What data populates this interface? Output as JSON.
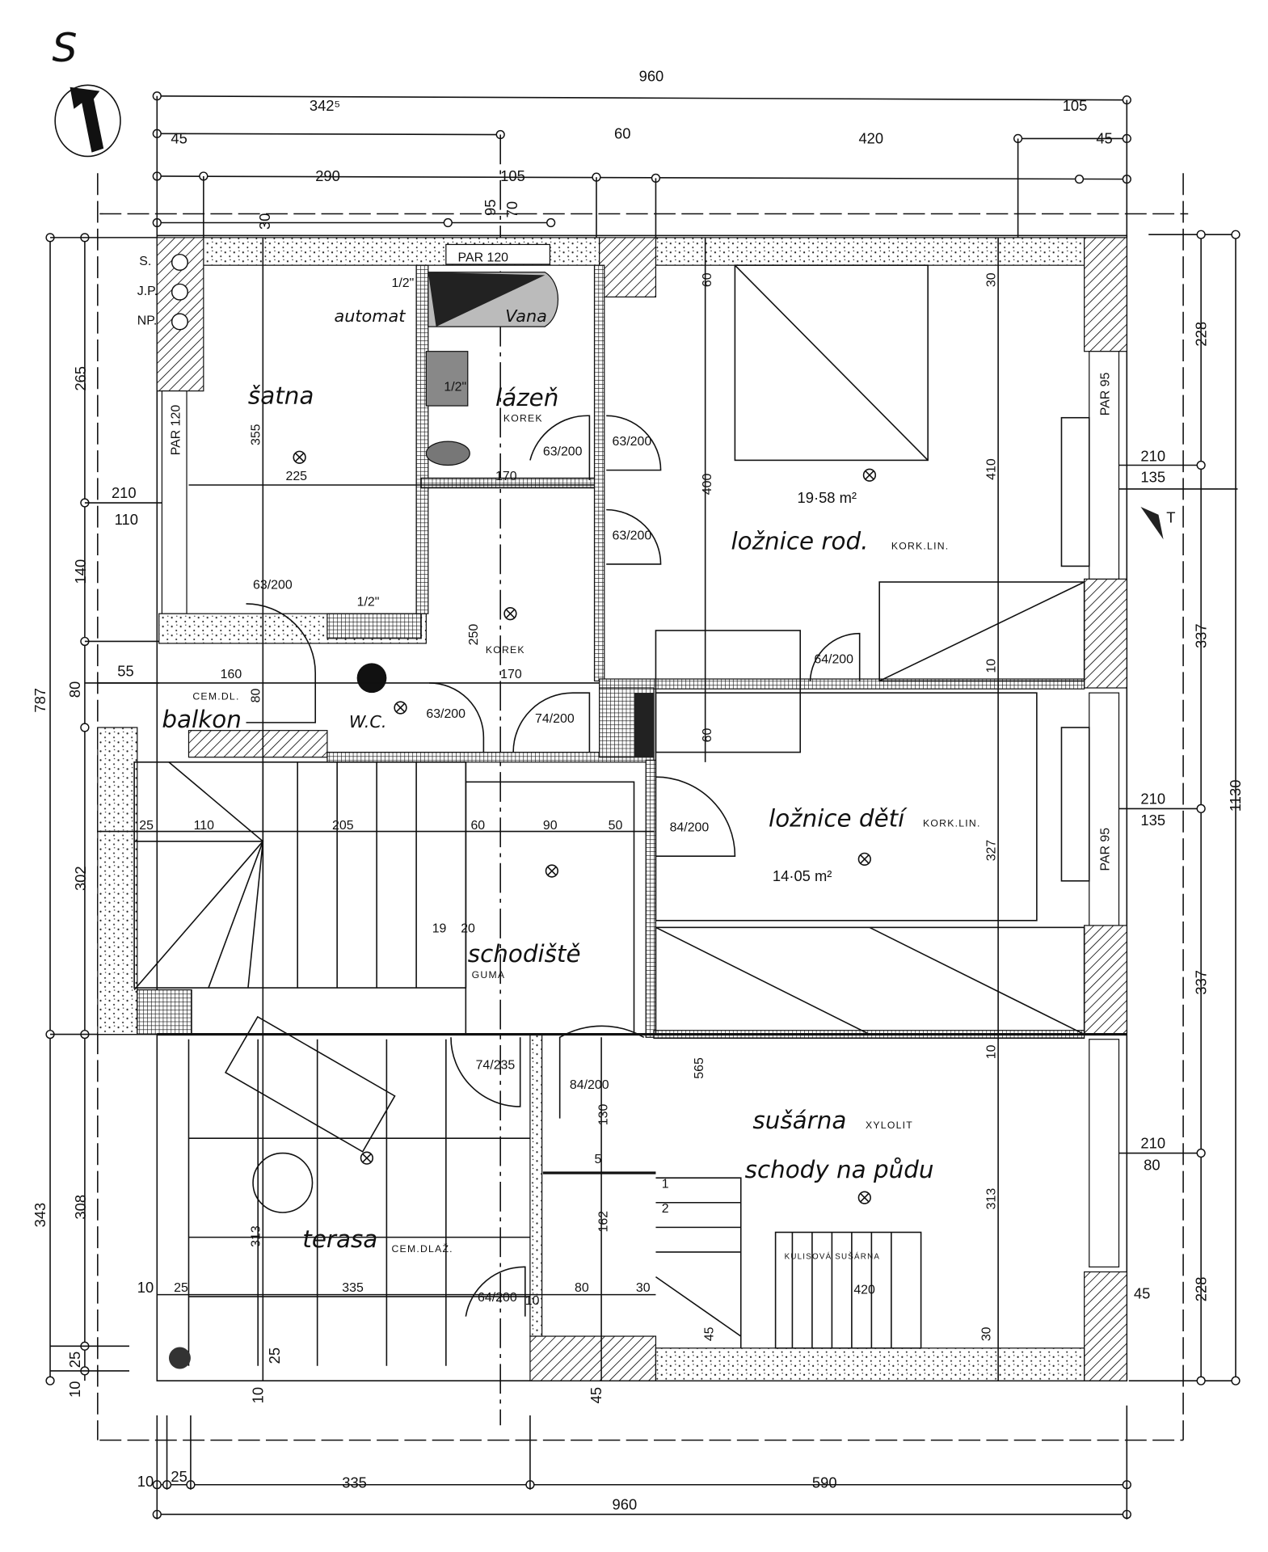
{
  "north_marker": "S",
  "section_marker": "T",
  "wall_labels": [
    "S.",
    "J.P.",
    "NP."
  ],
  "rooms": {
    "satna": {
      "name": "šatna"
    },
    "lazen": {
      "name": "lázeň",
      "floor": "KOREK"
    },
    "corridor": {
      "floor": "KOREK"
    },
    "loznice_rod": {
      "name": "ložnice rod.",
      "floor": "KORK.LIN.",
      "area": "19·58 m²"
    },
    "loznice_deti": {
      "name": "ložnice dětí",
      "floor": "KORK.LIN.",
      "area": "14·05 m²"
    },
    "schodiste": {
      "name": "schodiště",
      "floor": "GUMA"
    },
    "susarna": {
      "name": "sušárna",
      "floor": "XYLOLIT",
      "subtitle": "schody na půdu",
      "fixture": "KULISOVÁ SUŠÁRNA"
    },
    "terasa": {
      "name": "terasa",
      "floor": "CEM.DLAŽ."
    },
    "balkon": {
      "name": "balkon",
      "floor": "CEM.DL."
    },
    "wc": {
      "name": "W.C."
    }
  },
  "fixtures": {
    "heater": "automat",
    "bath": "Vana",
    "pipe_a": "1/2\"",
    "pipe_b": "1/2\"",
    "pipe_c": "1/2\""
  },
  "windows": {
    "top": "PAR 120",
    "left": "PAR 120",
    "right_1": "PAR 95",
    "right_2": "PAR 95"
  },
  "doors": [
    "63/200",
    "63/200",
    "63/200",
    "63/200",
    "63/200",
    "74/200",
    "64/200",
    "84/200",
    "74/235",
    "84/200",
    "64/200"
  ],
  "dimensions": {
    "top": [
      "960",
      "342⁵",
      "105",
      "45",
      "60",
      "420",
      "45",
      "290",
      "105",
      "95",
      "70",
      "30"
    ],
    "left": [
      "787",
      "265",
      "140",
      "80",
      "302",
      "343",
      "308",
      "210",
      "110",
      "55",
      "10",
      "25",
      "10"
    ],
    "right": [
      "228",
      "337",
      "1130",
      "337",
      "228",
      "210",
      "135",
      "210",
      "135",
      "210",
      "80",
      "45"
    ],
    "bottom": [
      "10",
      "25",
      "335",
      "590",
      "960",
      "10",
      "45",
      "25"
    ],
    "interior": [
      "355",
      "225",
      "170",
      "250",
      "170",
      "160",
      "80",
      "400",
      "410",
      "60",
      "30",
      "10",
      "60",
      "327",
      "25",
      "110",
      "205",
      "60",
      "90",
      "50",
      "19",
      "20",
      "313",
      "335",
      "10",
      "25",
      "80",
      "30",
      "162",
      "130",
      "5",
      "420",
      "313",
      "565",
      "10",
      "45",
      "30",
      "1",
      "2"
    ]
  }
}
